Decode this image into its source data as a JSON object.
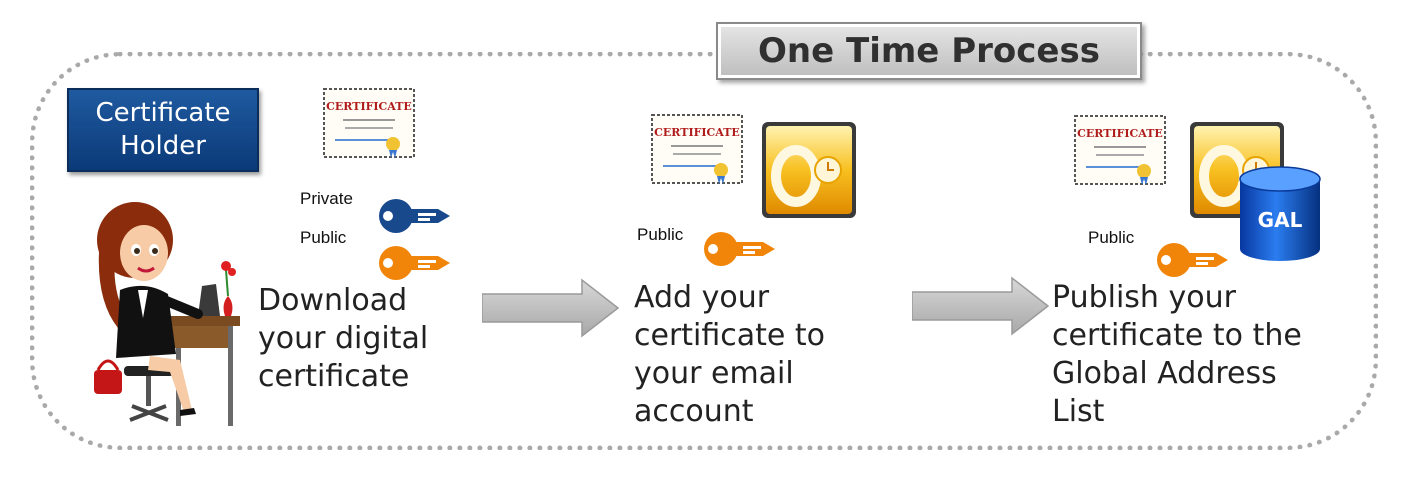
{
  "title": "One Time Process",
  "role": {
    "line1": "Certificate",
    "line2": "Holder"
  },
  "steps": [
    {
      "text": "Download\nyour digital\ncertificate",
      "keys": {
        "private": "Private",
        "public": "Public"
      }
    },
    {
      "text": "Add your\ncertificate to\nyour email\naccount",
      "keys": {
        "public": "Public"
      }
    },
    {
      "text": "Publish your\ncertificate to the\nGlobal Address\nList",
      "keys": {
        "public": "Public"
      },
      "db_label": "GAL"
    }
  ],
  "cert_text": "CERTIFICATE",
  "colors": {
    "frame": "#a9a9a9",
    "role_box": "#0b3a78",
    "private_key": "#17498c",
    "public_key": "#f0850a",
    "arrow": "#c0c0c0",
    "outlook": "#f6a900",
    "gal": "#0a4fb8"
  }
}
